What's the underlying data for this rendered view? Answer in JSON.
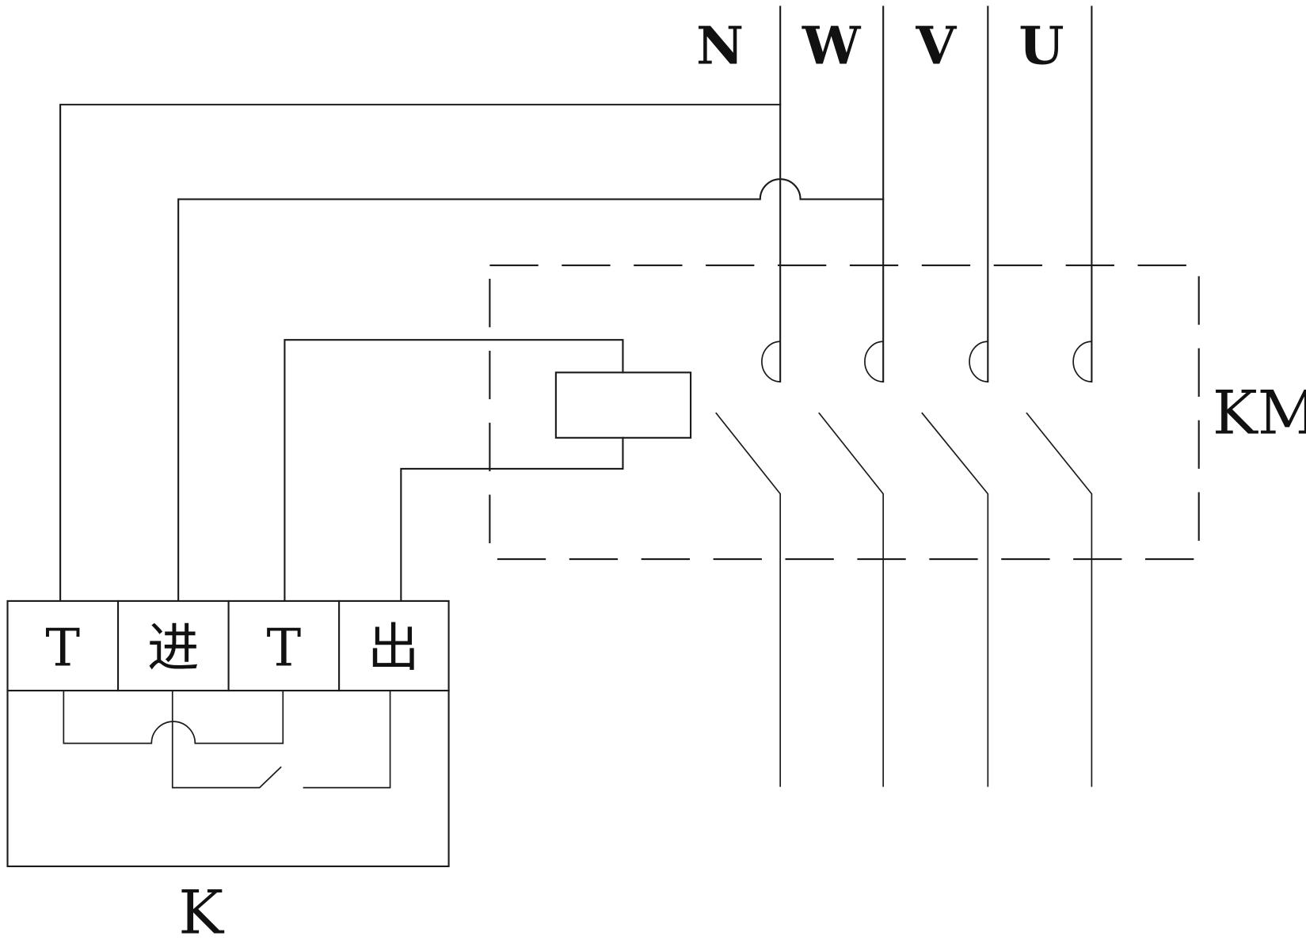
{
  "diagram": {
    "type": "electrical-schematic",
    "bus_labels": [
      "N",
      "W",
      "V",
      "U"
    ],
    "contactor_label": "KM",
    "controller_label": "K",
    "controller_terminals": [
      "T",
      "进",
      "T",
      "出"
    ],
    "colors": {
      "line": "#1a1a1a",
      "background": "#ffffff"
    }
  }
}
